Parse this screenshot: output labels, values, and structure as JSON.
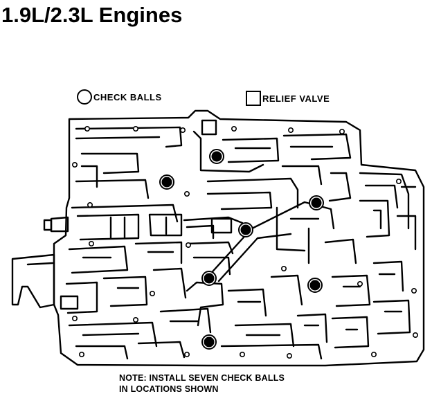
{
  "title": "1.9L/2.3L Engines",
  "legend": {
    "check_balls": "CHECK BALLS",
    "relief_valve": "RELIEF VALVE"
  },
  "note": {
    "line1": "NOTE: INSTALL SEVEN CHECK BALLS",
    "line2": "IN LOCATIONS SHOWN"
  },
  "colors": {
    "ink": "#000000",
    "paper": "#ffffff"
  }
}
